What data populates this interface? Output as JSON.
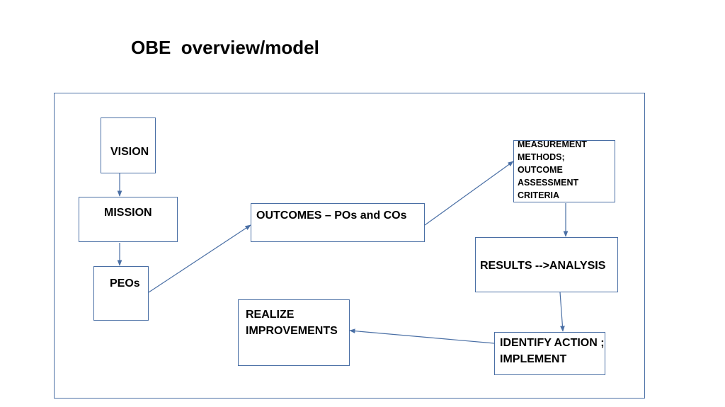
{
  "title": "OBE  overview/model",
  "nodes": {
    "vision": "VISION",
    "mission": "MISSION",
    "peos": "PEOs",
    "outcomes": "OUTCOMES – POs and COs",
    "measurement": "MEASUREMENT\nMETHODS;\nOUTCOME\nASSESSMENT\nCRITERIA",
    "results": "RESULTS -->ANALYSIS",
    "identify": "IDENTIFY ACTION ;\nIMPLEMENT",
    "realize": "REALIZE\nIMPROVEMENTS"
  },
  "edges": [
    {
      "from": "vision",
      "to": "mission"
    },
    {
      "from": "mission",
      "to": "peos"
    },
    {
      "from": "peos",
      "to": "outcomes"
    },
    {
      "from": "outcomes",
      "to": "measurement"
    },
    {
      "from": "measurement",
      "to": "results"
    },
    {
      "from": "results",
      "to": "identify"
    },
    {
      "from": "identify",
      "to": "realize"
    }
  ],
  "colors": {
    "border": "#4a6fa5",
    "arrow": "#4a6fa5"
  }
}
